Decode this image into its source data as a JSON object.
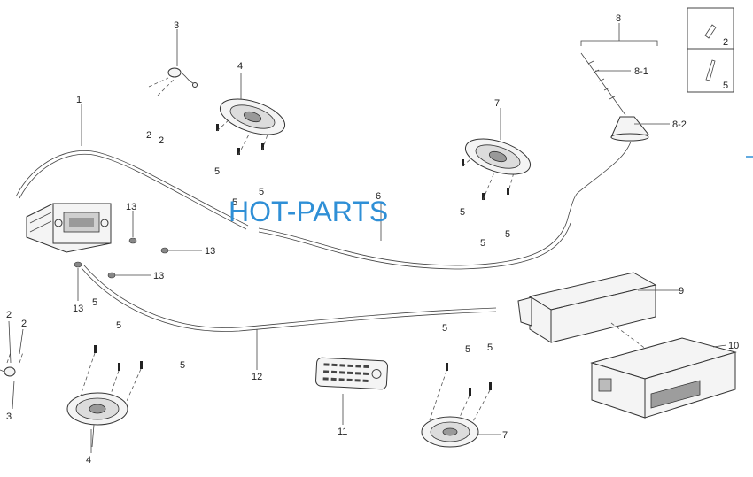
{
  "watermark": "HOT-PARTS",
  "legend": {
    "top": "2",
    "bottom": "5"
  },
  "callouts": {
    "c1": "1",
    "c3a": "3",
    "c3b": "3",
    "c2a": "2",
    "c2b": "2",
    "c2c": "2",
    "c2d": "2",
    "c4a": "4",
    "c4b": "4",
    "c5_1": "5",
    "c5_2": "5",
    "c5_3": "5",
    "c5_4": "5",
    "c5_5": "5",
    "c5_6": "5",
    "c5_7": "5",
    "c5_8": "5",
    "c5_9": "5",
    "c5_10": "5",
    "c5_11": "5",
    "c5_12": "5",
    "c6": "6",
    "c7a": "7",
    "c7b": "7",
    "c8": "8",
    "c8_1": "8-1",
    "c8_2": "8-2",
    "c9": "9",
    "c10": "10",
    "c11": "11",
    "c12": "12",
    "c13a": "13",
    "c13b": "13",
    "c13c": "13",
    "c13d": "13"
  }
}
